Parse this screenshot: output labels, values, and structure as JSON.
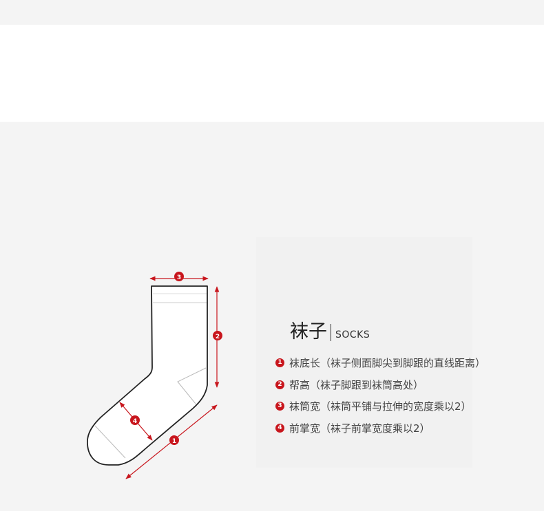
{
  "product": {
    "title_cn": "袜子",
    "title_en": "SOCKS"
  },
  "legend": [
    {
      "num": "1",
      "text": "袜底长（袜子侧面脚尖到脚跟的直线距离）"
    },
    {
      "num": "2",
      "text": "帮高（袜子脚跟到袜筒高处）"
    },
    {
      "num": "3",
      "text": "袜筒宽（袜筒平铺与拉伸的宽度乘以2）"
    },
    {
      "num": "4",
      "text": "前掌宽（袜子前掌宽度乘以2）"
    }
  ],
  "colors": {
    "accent": "#c8161d",
    "outline": "#222222"
  }
}
